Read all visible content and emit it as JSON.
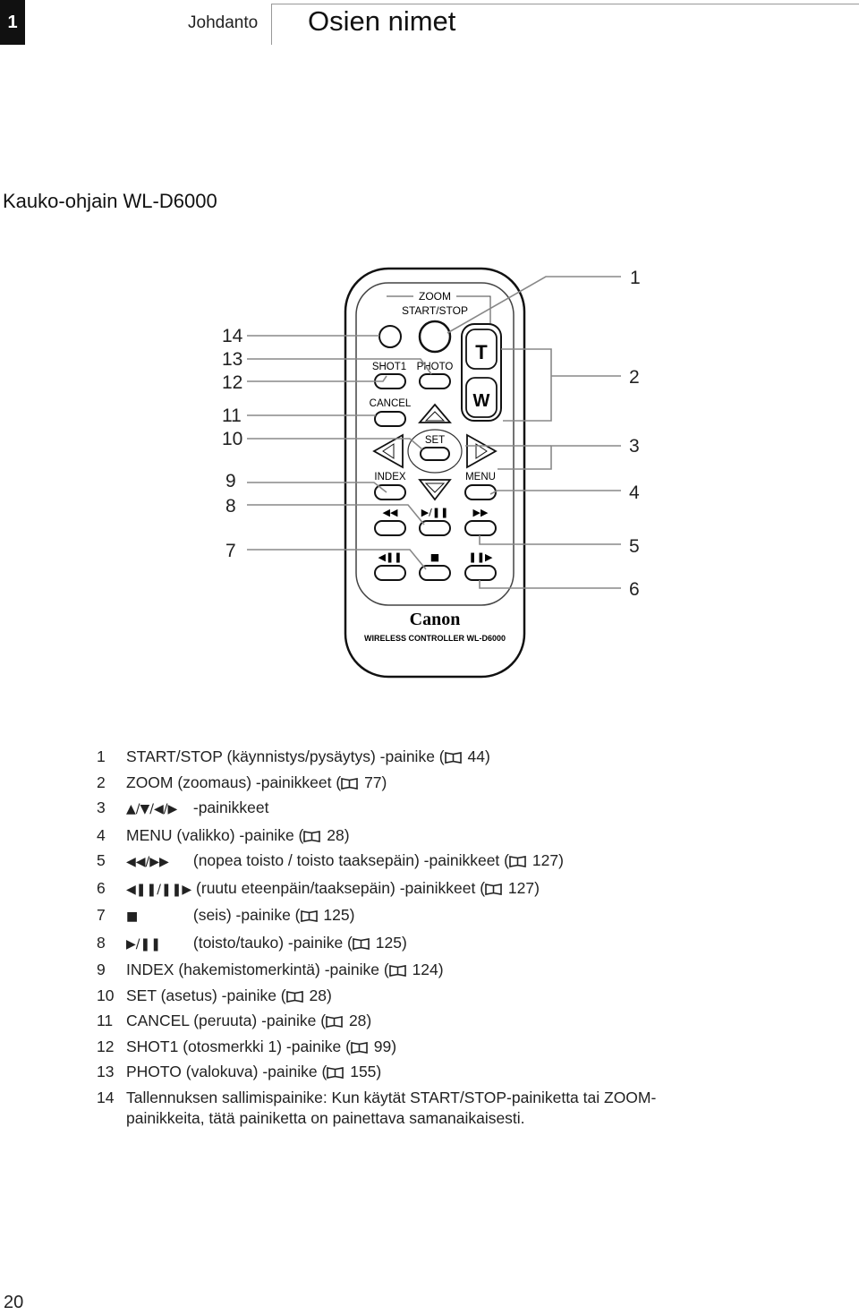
{
  "header": {
    "chapter_number": "1",
    "section": "Johdanto",
    "title": "Osien nimet"
  },
  "section_heading": "Kauko-ohjain WL-D6000",
  "remote": {
    "labels": {
      "zoom": "ZOOM",
      "start_stop": "START/STOP",
      "shot1": "SHOT1",
      "photo": "PHOTO",
      "cancel": "CANCEL",
      "set": "SET",
      "index": "INDEX",
      "menu": "MENU",
      "tele": "T",
      "wide": "W",
      "rew": "◀◀",
      "play_pause": "▶/❚❚",
      "ff": "▶▶",
      "frame_back": "◀❚❚",
      "stop": "■",
      "frame_fwd": "❚❚▶",
      "brand": "Canon",
      "model": "WIRELESS CONTROLLER WL-D6000"
    },
    "callouts_left": [
      "14",
      "13",
      "12",
      "11",
      "10",
      "9",
      "8",
      "7"
    ],
    "callouts_right": [
      "1",
      "2",
      "3",
      "4",
      "5",
      "6"
    ]
  },
  "legend": [
    {
      "num": "1",
      "symbol": "",
      "text": "START/STOP (käynnistys/pysäytys) -painike (",
      "page": "44",
      "close": ")"
    },
    {
      "num": "2",
      "symbol": "",
      "text": "ZOOM (zoomaus) -painikkeet (",
      "page": "77",
      "close": ")"
    },
    {
      "num": "3",
      "symbol": "▲/▼/◀/▶",
      "text": "-painikkeet",
      "page": "",
      "close": ""
    },
    {
      "num": "4",
      "symbol": "",
      "text": "MENU (valikko) -painike (",
      "page": "28",
      "close": ")"
    },
    {
      "num": "5",
      "symbol": "◀◀/▶▶",
      "text": "(nopea toisto / toisto taaksepäin) -painikkeet (",
      "page": "127",
      "close": ")"
    },
    {
      "num": "6",
      "symbol": "◀❚❚/❚❚▶",
      "text": "(ruutu eteenpäin/taaksepäin) -painikkeet (",
      "page": "127",
      "close": ")"
    },
    {
      "num": "7",
      "symbol": "■",
      "text": "(seis) -painike (",
      "page": "125",
      "close": ")"
    },
    {
      "num": "8",
      "symbol": "▶/❚❚",
      "text": "(toisto/tauko) -painike (",
      "page": "125",
      "close": ")"
    },
    {
      "num": "9",
      "symbol": "",
      "text": "INDEX (hakemistomerkintä) -painike (",
      "page": "124",
      "close": ")"
    },
    {
      "num": "10",
      "symbol": "",
      "text": "SET (asetus) -painike (",
      "page": "28",
      "close": ")"
    },
    {
      "num": "11",
      "symbol": "",
      "text": "CANCEL (peruuta) -painike (",
      "page": "28",
      "close": ")"
    },
    {
      "num": "12",
      "symbol": "",
      "text": "SHOT1 (otosmerkki 1) -painike (",
      "page": "99",
      "close": ")"
    },
    {
      "num": "13",
      "symbol": "",
      "text": "PHOTO (valokuva) -painike (",
      "page": "155",
      "close": ")"
    },
    {
      "num": "14",
      "symbol": "",
      "text": "Tallennuksen sallimispainike: Kun käytät START/STOP-painiketta tai ZOOM-painikkeita, tätä painiketta on painettava samanaikaisesti.",
      "page": "",
      "close": ""
    }
  ],
  "page_number": "20"
}
